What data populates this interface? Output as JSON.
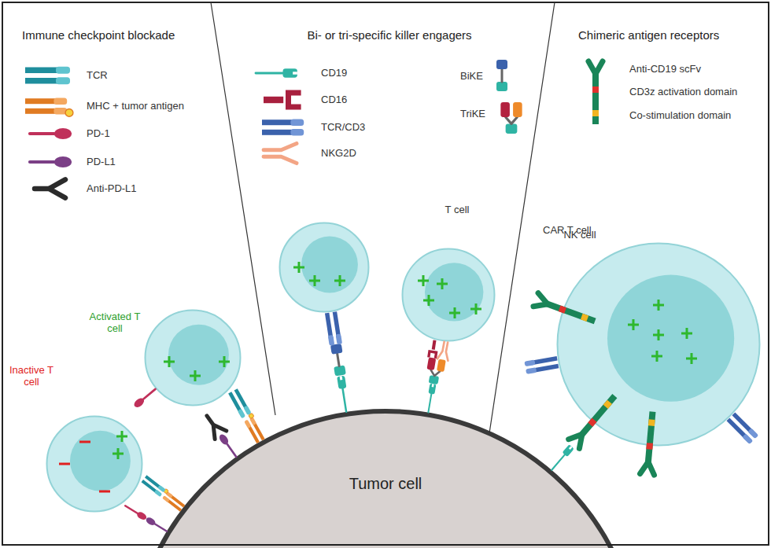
{
  "diagram": {
    "nodes": [
      {
        "text": [
          "Immune checkpoint blockade"
        ]
      },
      {
        "text": [
          "Inactive T cell"
        ],
        "in": 0
      },
      {
        "text": [
          "Activated T cell"
        ],
        "in": 0
      },
      {
        "text": [
          "Bi- or tri-specific killer engagers"
        ]
      },
      {
        "text": [
          "T cell"
        ],
        "in": 3
      },
      {
        "text": [
          "NK cell"
        ],
        "in": 3
      },
      {
        "text": [
          "Chimeric antigen receptors"
        ]
      },
      {
        "text": [
          "CAR T cell"
        ],
        "in": 6
      },
      {
        "text": [
          "Tumor cell"
        ]
      }
    ],
    "legend": [
      {
        "text": "TCR"
      },
      {
        "text": "MHC + tumor antigen"
      },
      {
        "text": "PD-1"
      },
      {
        "text": "PD-L1"
      },
      {
        "text": "Anti-PD-L1"
      },
      {
        "text": "CD19"
      },
      {
        "text": "CD16"
      },
      {
        "text": "TCR/CD3"
      },
      {
        "text": "NKG2D"
      },
      {
        "text": "BiKE"
      },
      {
        "text": "TriKE"
      },
      {
        "text": "Anti-CD19 scFv"
      },
      {
        "text": "CD3z activation domain"
      },
      {
        "text": "Co-stimulation domain"
      }
    ]
  }
}
